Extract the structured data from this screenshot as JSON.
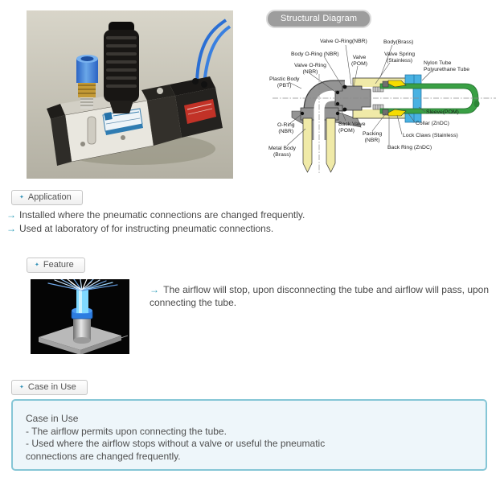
{
  "icons": {
    "bullet_arrow": "→",
    "button_diamond": "✦"
  },
  "colors": {
    "accent_teal": "#2f9db8",
    "case_box_border": "#85c6d6",
    "case_box_bg": "#eef6fa",
    "badge_bg": "#9d9d9d",
    "diagram_brass": "#f0eaa8",
    "diagram_gray": "#949494",
    "diagram_green": "#3aa045",
    "diagram_blue": "#49b2e2",
    "diagram_claw_yellow": "#f6dc00"
  },
  "product_photo": {
    "alt": "Pneumatic solenoid valve with push-in fitting, silencer and blue tubes"
  },
  "structural_diagram": {
    "badge": "Structural Diagram",
    "labels": [
      {
        "text": "Valve O-Ring(NBR)"
      },
      {
        "text": "Body(Brass)"
      },
      {
        "text": "Body O-Ring (NBR)"
      },
      {
        "text": "Valve\n(POM)"
      },
      {
        "text": "Valve Spring\n(Stainless)"
      },
      {
        "text": "Valve O-Ring\n(NBR)"
      },
      {
        "text": "Nylon Tube\nPolyurethane Tube"
      },
      {
        "text": "Plastic Body\n(PBT)"
      },
      {
        "text": "O-Ring\n(NBR)"
      },
      {
        "text": "Metal Body\n(Brass)"
      },
      {
        "text": "Back Valve\n(POM)"
      },
      {
        "text": "Packing\n(NBR)"
      },
      {
        "text": "Sleeve(POM)"
      },
      {
        "text": "Collar (ZnDC)"
      },
      {
        "text": "Lock Claws (Stainless)"
      },
      {
        "text": "Back Ring (ZnDC)"
      }
    ]
  },
  "sections": {
    "application": {
      "title": "Application",
      "bullets": [
        "Installed where the pneumatic connections are changed frequently.",
        "Used at laboratory of for instructing pneumatic connections."
      ]
    },
    "feature": {
      "title": "Feature",
      "text": "The airflow will stop, upon disconnecting the tube and airflow will pass, upon connecting the tube."
    },
    "case_in_use": {
      "title": "Case in Use",
      "lines": [
        "Case in Use",
        "- The airflow permits upon connecting the tube.",
        "- Used where the airflow stops without a valve or useful the pneumatic",
        "connections are changed frequently."
      ]
    }
  }
}
